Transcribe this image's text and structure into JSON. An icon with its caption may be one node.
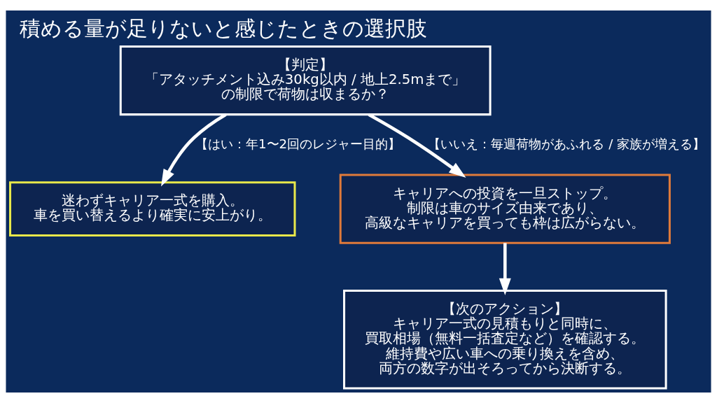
{
  "diagram": {
    "title": "積める量が足りないと感じたときの選択肢",
    "nodes": [
      {
        "text": [
          "【判定】",
          "「アタッチメント込み30kg以内 / 地上2.5mまで」の制限で荷物は収まるか？"
        ]
      },
      {
        "text": [
          "迷わずキャリア一式を購入。車を買い替えるより確実に安上がり。"
        ]
      },
      {
        "text": [
          "キャリアへの投資を一旦ストップ。制限は車のサイズ由来であり、高級なキャリアを買っても枠は広がらない。"
        ]
      },
      {
        "text": [
          "【次のアクション】",
          "キャリア一式の見積もりと同時に、買取相場（無料一括査定など）を確認する。維持費や広い車への乗り換えを含め、両方の数字が出そろってから決断する。"
        ]
      }
    ],
    "edges": [
      {
        "from": 0,
        "to": 1,
        "arrow": "to",
        "label": "【はい：年1〜2回のレジャー目的】"
      },
      {
        "from": 0,
        "to": 2,
        "arrow": "to",
        "label": "【いいえ：毎週荷物があふれる / 家族が増える】"
      },
      {
        "from": 2,
        "to": 3,
        "arrow": "to"
      }
    ]
  }
}
